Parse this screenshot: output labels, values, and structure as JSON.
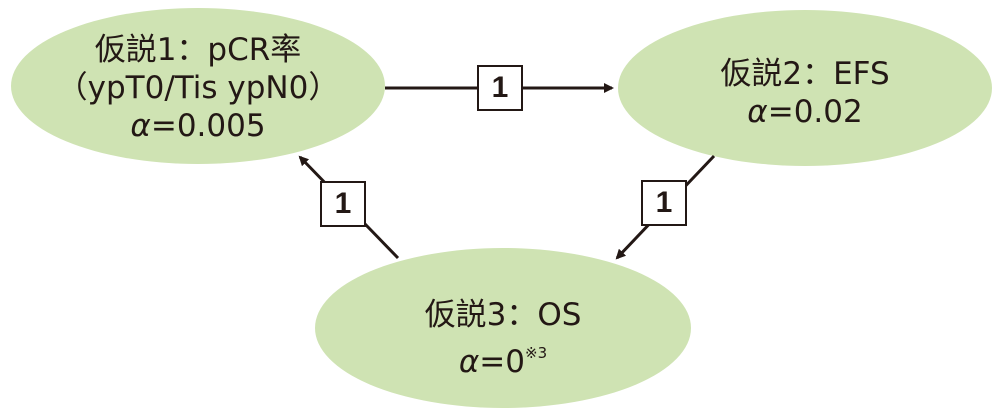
{
  "colors": {
    "node_fill": "#cfe3b3",
    "stroke": "#231815"
  },
  "nodes": [
    {
      "id": "h1",
      "line1": "仮説1：pCR率",
      "line2": "（ypT0/Tis ypN0）",
      "alpha_symbol": "α",
      "alpha_value": "=0.005",
      "note": ""
    },
    {
      "id": "h2",
      "line1": "仮説2：EFS",
      "alpha_symbol": "α",
      "alpha_value": "=0.02",
      "note": ""
    },
    {
      "id": "h3",
      "line1": "仮説3：OS",
      "alpha_symbol": "α",
      "alpha_value": "=0",
      "note": "※3"
    }
  ],
  "edges": [
    {
      "from": "h1",
      "to": "h2",
      "weight": "1"
    },
    {
      "from": "h2",
      "to": "h3",
      "weight": "1"
    },
    {
      "from": "h3",
      "to": "h1",
      "weight": "1"
    }
  ]
}
